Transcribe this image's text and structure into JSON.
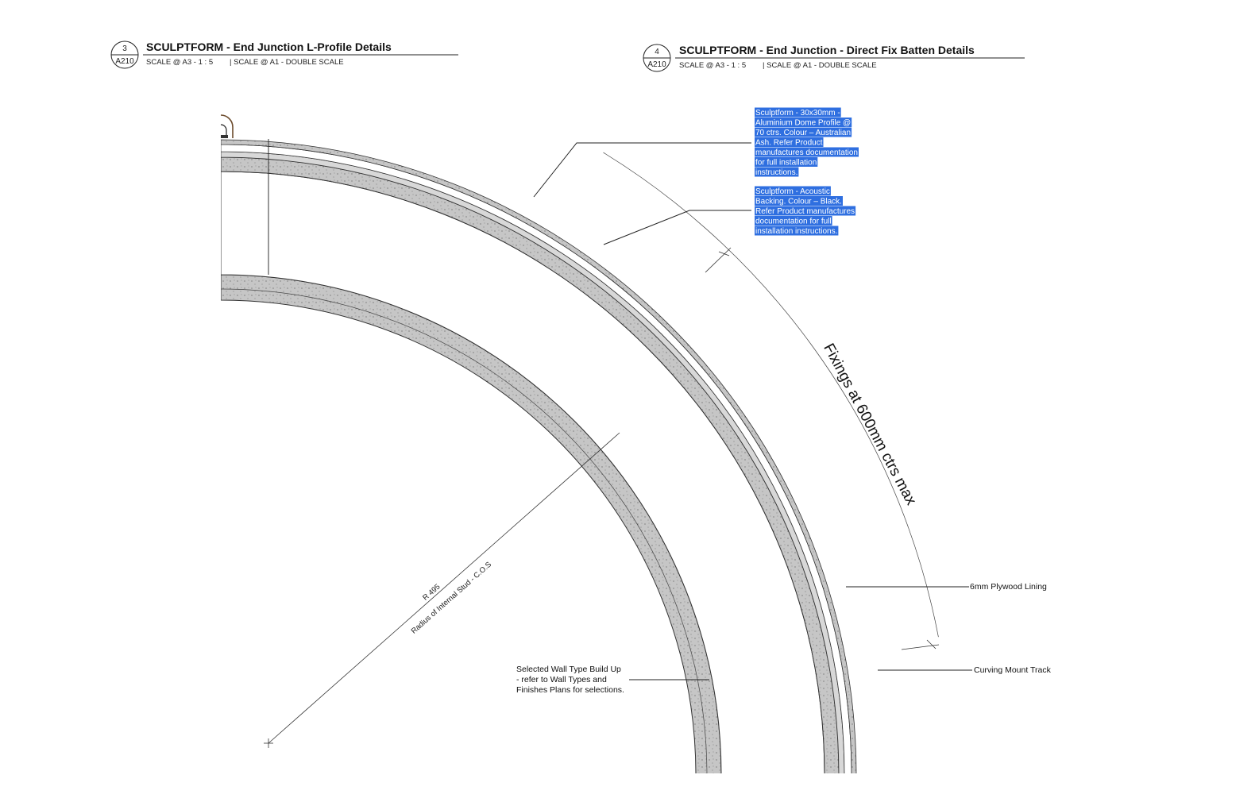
{
  "detail_left": {
    "number": "3",
    "sheet": "A210",
    "title": "SCULPTFORM - End Junction L-Profile Details",
    "scale_a3": "SCALE @ A3 - 1 : 5",
    "scale_a1": "| SCALE @ A1 - DOUBLE SCALE"
  },
  "detail_right": {
    "number": "4",
    "sheet": "A210",
    "title": "SCULPTFORM - End Junction - Direct Fix Batten Details",
    "scale_a3": "SCALE @ A3 - 1 : 5",
    "scale_a1": "| SCALE @ A1 - DOUBLE SCALE"
  },
  "notes": {
    "dome_profile": [
      "Sculptform - 30x30mm -",
      "Aluminium Dome Profile @",
      "70 ctrs.  Colour – Australian",
      "Ash.  Refer Product",
      "manufactures documentation",
      "for full installation",
      "instructions."
    ],
    "acoustic_backing": [
      "Sculptform - Acoustic",
      "Backing. Colour – Black.",
      "Refer Product manufactures",
      "documentation for full",
      "installation instructions."
    ],
    "plywood": "6mm Plywood Lining",
    "mount_track": "Curving Mount Track",
    "wall_type": [
      "Selected Wall Type Build Up",
      "- refer to Wall Types and",
      "Finishes Plans for selections."
    ]
  },
  "dimensions": {
    "fixings": "Fixings at 600mm ctrs max",
    "radius_value": "R 495",
    "radius_label": "Radius of Internal Stud - C.O.S"
  },
  "colors": {
    "highlight": "#2f6fe0",
    "board_fill": "#c4c4c4",
    "profile_stroke": "#6b4a2b"
  }
}
